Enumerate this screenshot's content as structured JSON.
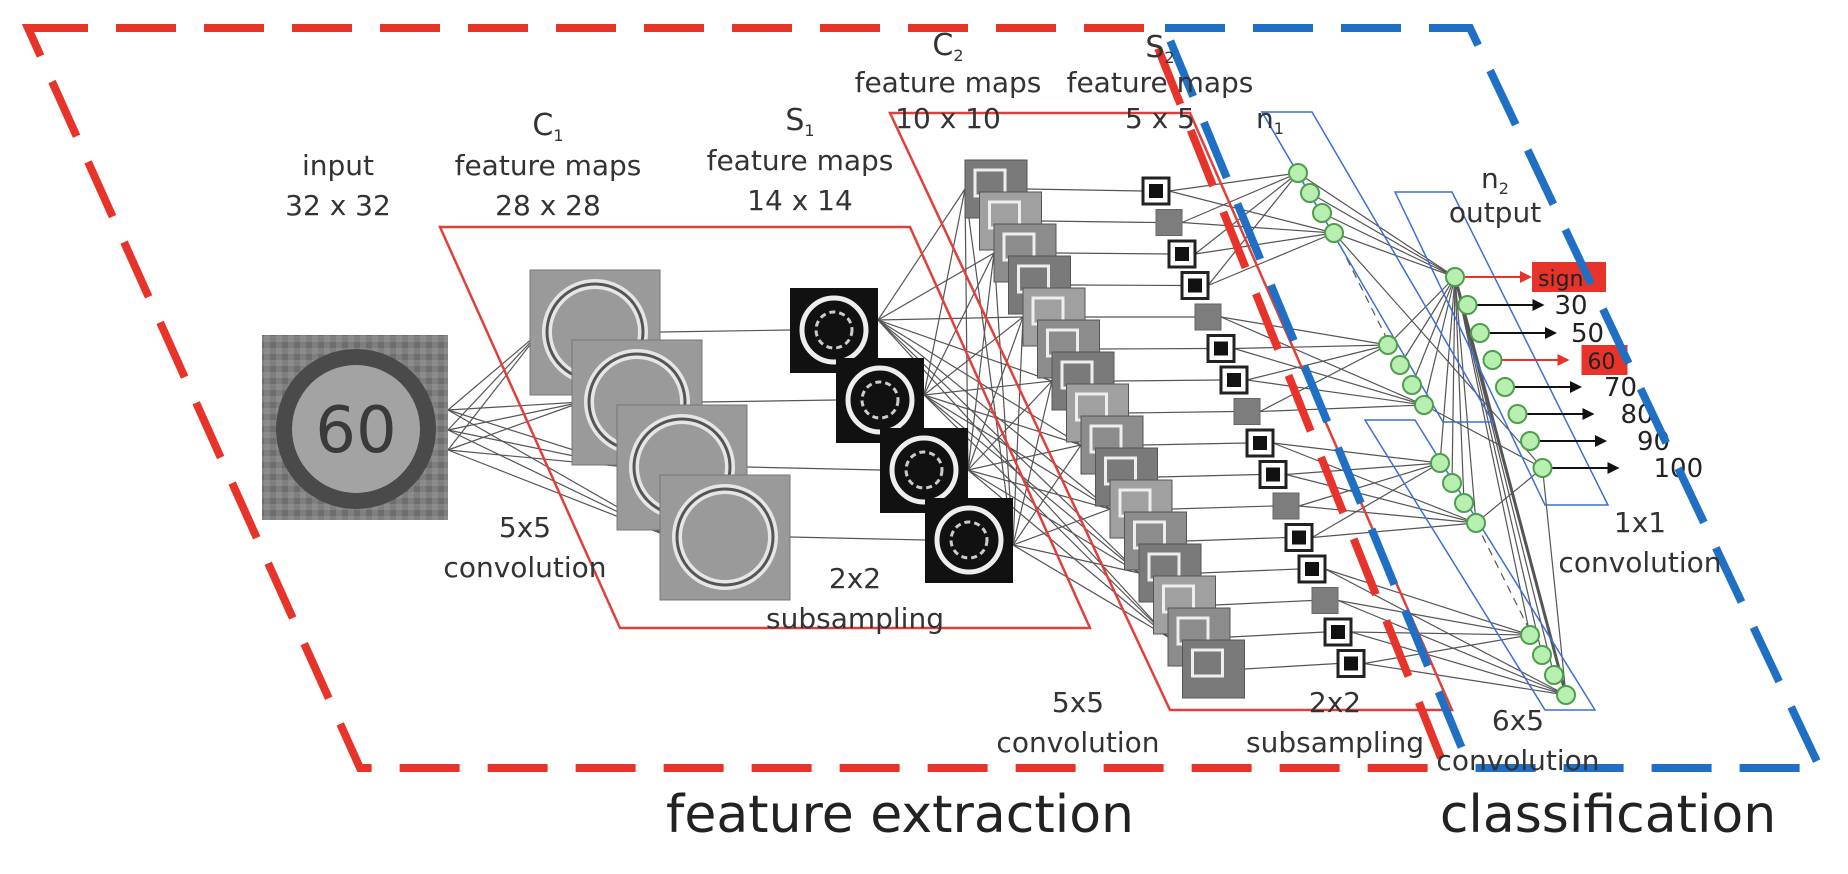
{
  "colors": {
    "extraction_frame": "#e8332b",
    "classification_frame": "#1f6fc4",
    "stage_box": "#e0403a",
    "neuron_group": "#3a6fd8",
    "neuron_fill": "#b8efb0",
    "neuron_stroke": "#4d9e4d",
    "class_highlight": "#e8332b"
  },
  "sections": {
    "feature_extraction": "feature extraction",
    "classification": "classification"
  },
  "layers": {
    "input": {
      "name": "input",
      "size": "32 x 32",
      "sign_value": "60"
    },
    "c1": {
      "letter": "C",
      "sub": "1",
      "desc": "feature maps",
      "size": "28 x 28"
    },
    "s1": {
      "letter": "S",
      "sub": "1",
      "desc": "feature maps",
      "size": "14 x 14"
    },
    "c2": {
      "letter": "C",
      "sub": "2",
      "desc": "feature maps",
      "size": "10 x 10"
    },
    "s2": {
      "letter": "S",
      "sub": "2",
      "desc": "feature maps",
      "size": "5 x 5"
    },
    "n1": {
      "letter": "n",
      "sub": "1"
    },
    "n2": {
      "letter": "n",
      "sub": "2",
      "desc": "output"
    }
  },
  "operations": {
    "conv1": {
      "size": "5x5",
      "name": "convolution"
    },
    "sub1": {
      "size": "2x2",
      "name": "subsampling"
    },
    "conv2": {
      "size": "5x5",
      "name": "convolution"
    },
    "sub2": {
      "size": "2x2",
      "name": "subsampling"
    },
    "conv3": {
      "size": "6x5",
      "name": "convolution"
    },
    "conv4": {
      "size": "1x1",
      "name": "convolution"
    }
  },
  "outputs": [
    "sign",
    "30",
    "50",
    "60",
    "70",
    "80",
    "90",
    "100"
  ],
  "highlighted_outputs": [
    "sign",
    "60"
  ]
}
